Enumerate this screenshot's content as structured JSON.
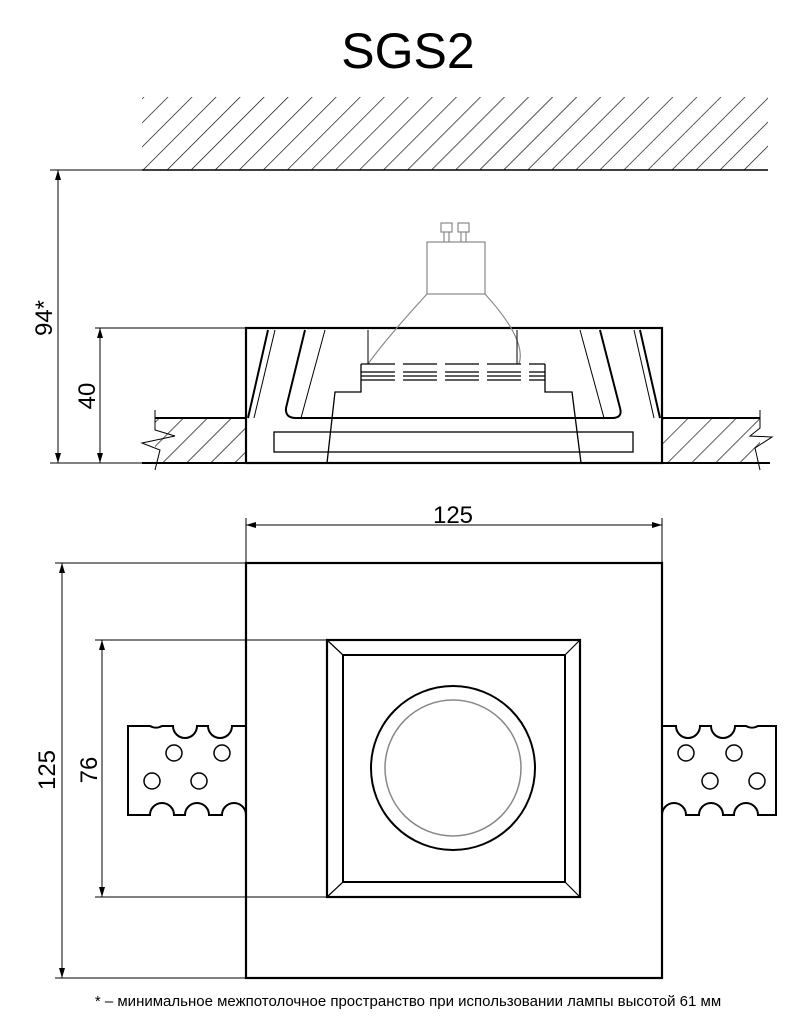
{
  "title": "SGS2",
  "dimensions": {
    "total_height": "94*",
    "fixture_height": "40",
    "width": "125",
    "depth": "125",
    "inner_frame": "76"
  },
  "footnote": "* – минимальное межпотолочное пространство при использовании лампы высотой 61 мм",
  "colors": {
    "line": "#000000",
    "lamp": "#888888"
  }
}
